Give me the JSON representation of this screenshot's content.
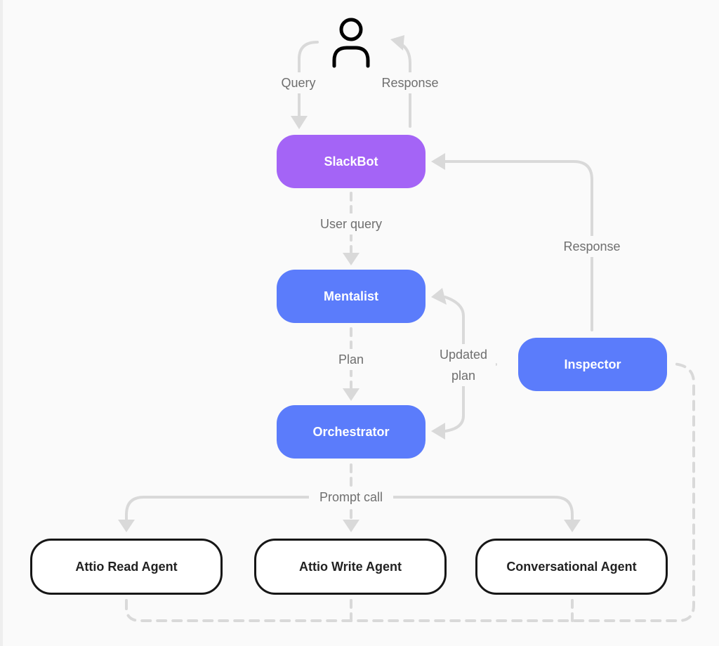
{
  "diagram": {
    "nodes": {
      "slackbot": "SlackBot",
      "mentalist": "Mentalist",
      "orchestrator": "Orchestrator",
      "inspector": "Inspector",
      "attio_read": "Attio Read Agent",
      "attio_write": "Attio Write Agent",
      "conversational": "Conversational Agent"
    },
    "edge_labels": {
      "query": "Query",
      "response_top": "Response",
      "user_query": "User query",
      "plan": "Plan",
      "updated_plan_line1": "Updated",
      "updated_plan_line2": "plan",
      "response_right": "Response",
      "prompt_call": "Prompt call"
    },
    "icons": {
      "user": "user-icon"
    },
    "colors": {
      "slackbot": "#a464f6",
      "process": "#5b7cfb",
      "agent_border": "#161616",
      "connector": "#d9d9d9",
      "label": "#6f6f6f"
    }
  }
}
